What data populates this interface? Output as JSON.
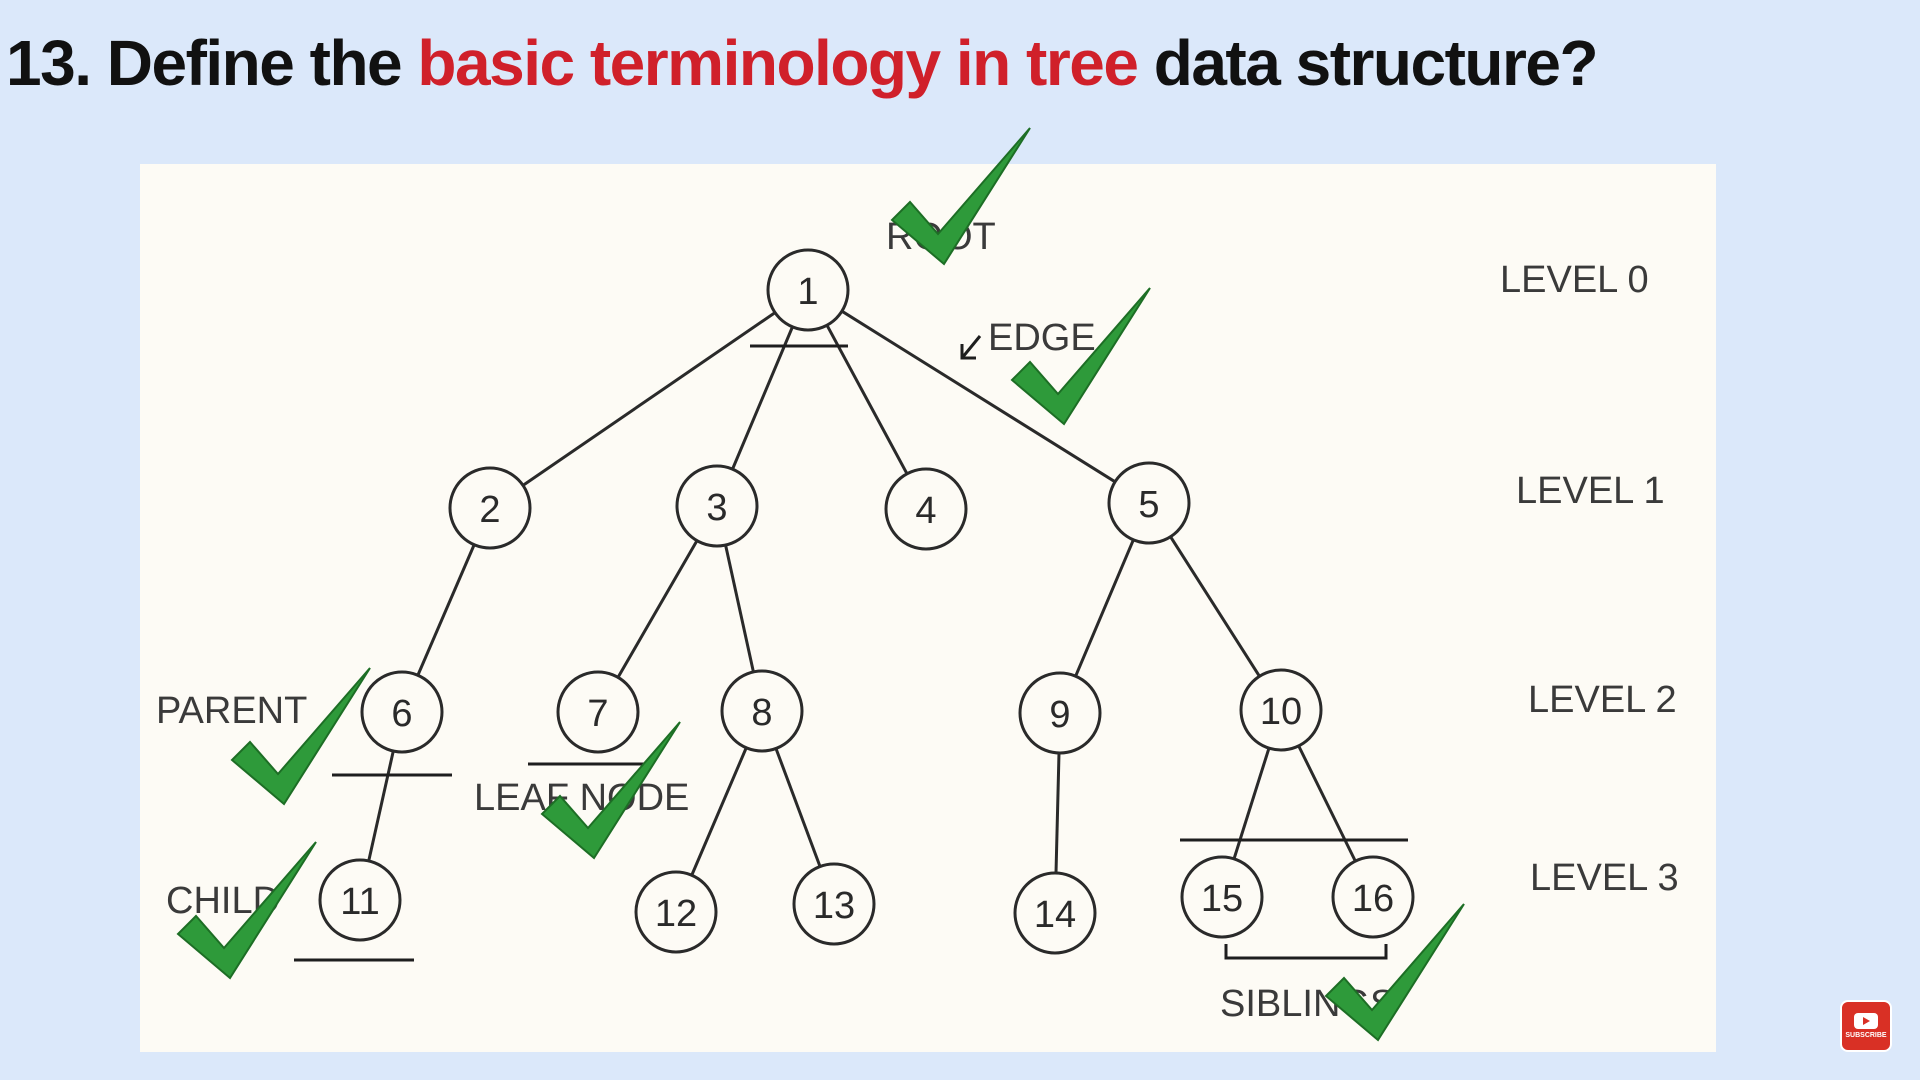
{
  "title": {
    "prefix": "13. Define the ",
    "highlight": "basic terminology in tree",
    "suffix": " data structure?"
  },
  "colors": {
    "background": "#dbe8fa",
    "panel": "#fdfbf5",
    "highlight": "#d0202a",
    "check": "#2e9a3a"
  },
  "tree": {
    "nodes": [
      "1",
      "2",
      "3",
      "4",
      "5",
      "6",
      "7",
      "8",
      "9",
      "10",
      "11",
      "12",
      "13",
      "14",
      "15",
      "16"
    ],
    "edges": [
      [
        "1",
        "2"
      ],
      [
        "1",
        "3"
      ],
      [
        "1",
        "4"
      ],
      [
        "1",
        "5"
      ],
      [
        "2",
        "6"
      ],
      [
        "3",
        "7"
      ],
      [
        "3",
        "8"
      ],
      [
        "5",
        "9"
      ],
      [
        "5",
        "10"
      ],
      [
        "6",
        "11"
      ],
      [
        "8",
        "12"
      ],
      [
        "8",
        "13"
      ],
      [
        "9",
        "14"
      ],
      [
        "10",
        "15"
      ],
      [
        "10",
        "16"
      ]
    ]
  },
  "levels": [
    "LEVEL 0",
    "LEVEL 1",
    "LEVEL 2",
    "LEVEL 3"
  ],
  "terms": {
    "root": "ROOT",
    "edge": "EDGE",
    "parent": "PARENT",
    "child": "CHILD",
    "leaf_node": "LEAF NODE",
    "siblings": "SIBLINGS"
  },
  "icons": {
    "check": "check-mark-icon",
    "arrow": "arrow-down-left-icon",
    "subscribe": "youtube-subscribe-icon"
  },
  "subscribe": {
    "label": "SUBSCRIBE"
  }
}
